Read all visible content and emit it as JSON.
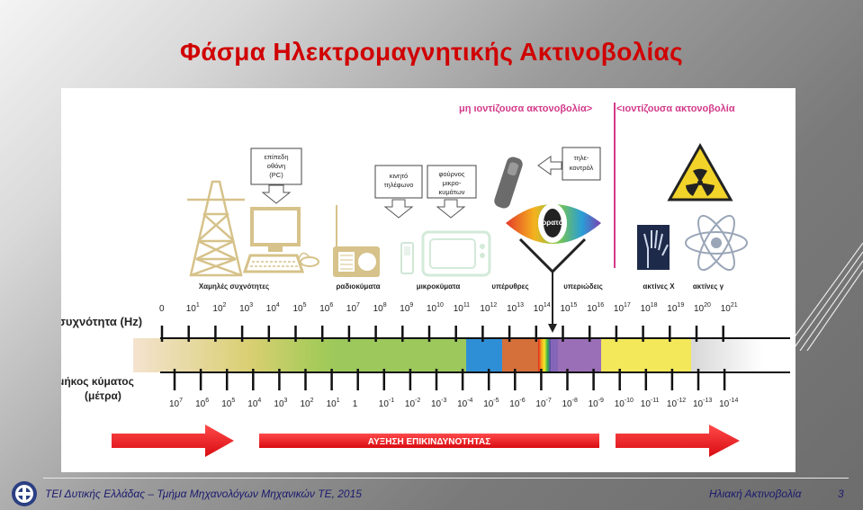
{
  "title": "Φάσμα Ηλεκτρομαγνητικής Ακτινοβολίας",
  "header": {
    "non_ionizing": "μη ιοντίζουσα ακτονοβολία>",
    "ionizing": "<ιοντίζουσα ακτονοβολία"
  },
  "device_labels": {
    "flat_screen": [
      "επίπεδη",
      "οθόνη",
      "(PC)"
    ],
    "mobile_phone": [
      "κινητό",
      "τηλέφωνο"
    ],
    "microwave_oven": [
      "φούρνος",
      "μικρο-",
      "κυμάτων"
    ],
    "remote_control": [
      "τηλε-",
      "κοντρόλ"
    ],
    "visible": "ορατό"
  },
  "band_labels": [
    "Χαμηλές συχνότητες",
    "ραδιοκύματα",
    "μικροκύματα",
    "υπέρυθρες",
    "υπεριώδεις",
    "ακτίνες Χ",
    "ακτίνες γ"
  ],
  "frequency_label": "συχνότητα (Hz)",
  "frequency_exponents": [
    "0",
    "1",
    "2",
    "3",
    "4",
    "5",
    "6",
    "7",
    "8",
    "9",
    "10",
    "11",
    "12",
    "13",
    "14",
    "15",
    "16",
    "17",
    "18",
    "19",
    "20",
    "21"
  ],
  "wavelength_label": [
    "μήκος κύματος",
    "(μέτρα)"
  ],
  "wavelength_ticks": [
    "7",
    "6",
    "5",
    "4",
    "3",
    "2",
    "1",
    "1",
    "-1",
    "-2",
    "-3",
    "-4",
    "-5",
    "-6",
    "-7",
    "-8",
    "-9",
    "-10",
    "-11",
    "-12",
    "-13",
    "-14"
  ],
  "danger_label": "ΑΥΞΗΣΗ ΕΠΙΚΙΝΔΥΝΟΤΗΤΑΣ",
  "footer": {
    "left": "ΤΕΙ Δυτικής Ελλάδας – Τμήμα Μηχανολόγων Μηχανικών ΤΕ, 2015",
    "right": "Ηλιακή Ακτινοβολία",
    "page": "3"
  },
  "colors": {
    "title": "#d00000",
    "arrow": "#e8141a",
    "infrared": "#d5703a",
    "microwave_blue": "#2f8fd6",
    "uv": "#9b6fb8",
    "xray": "#f2e85a"
  }
}
